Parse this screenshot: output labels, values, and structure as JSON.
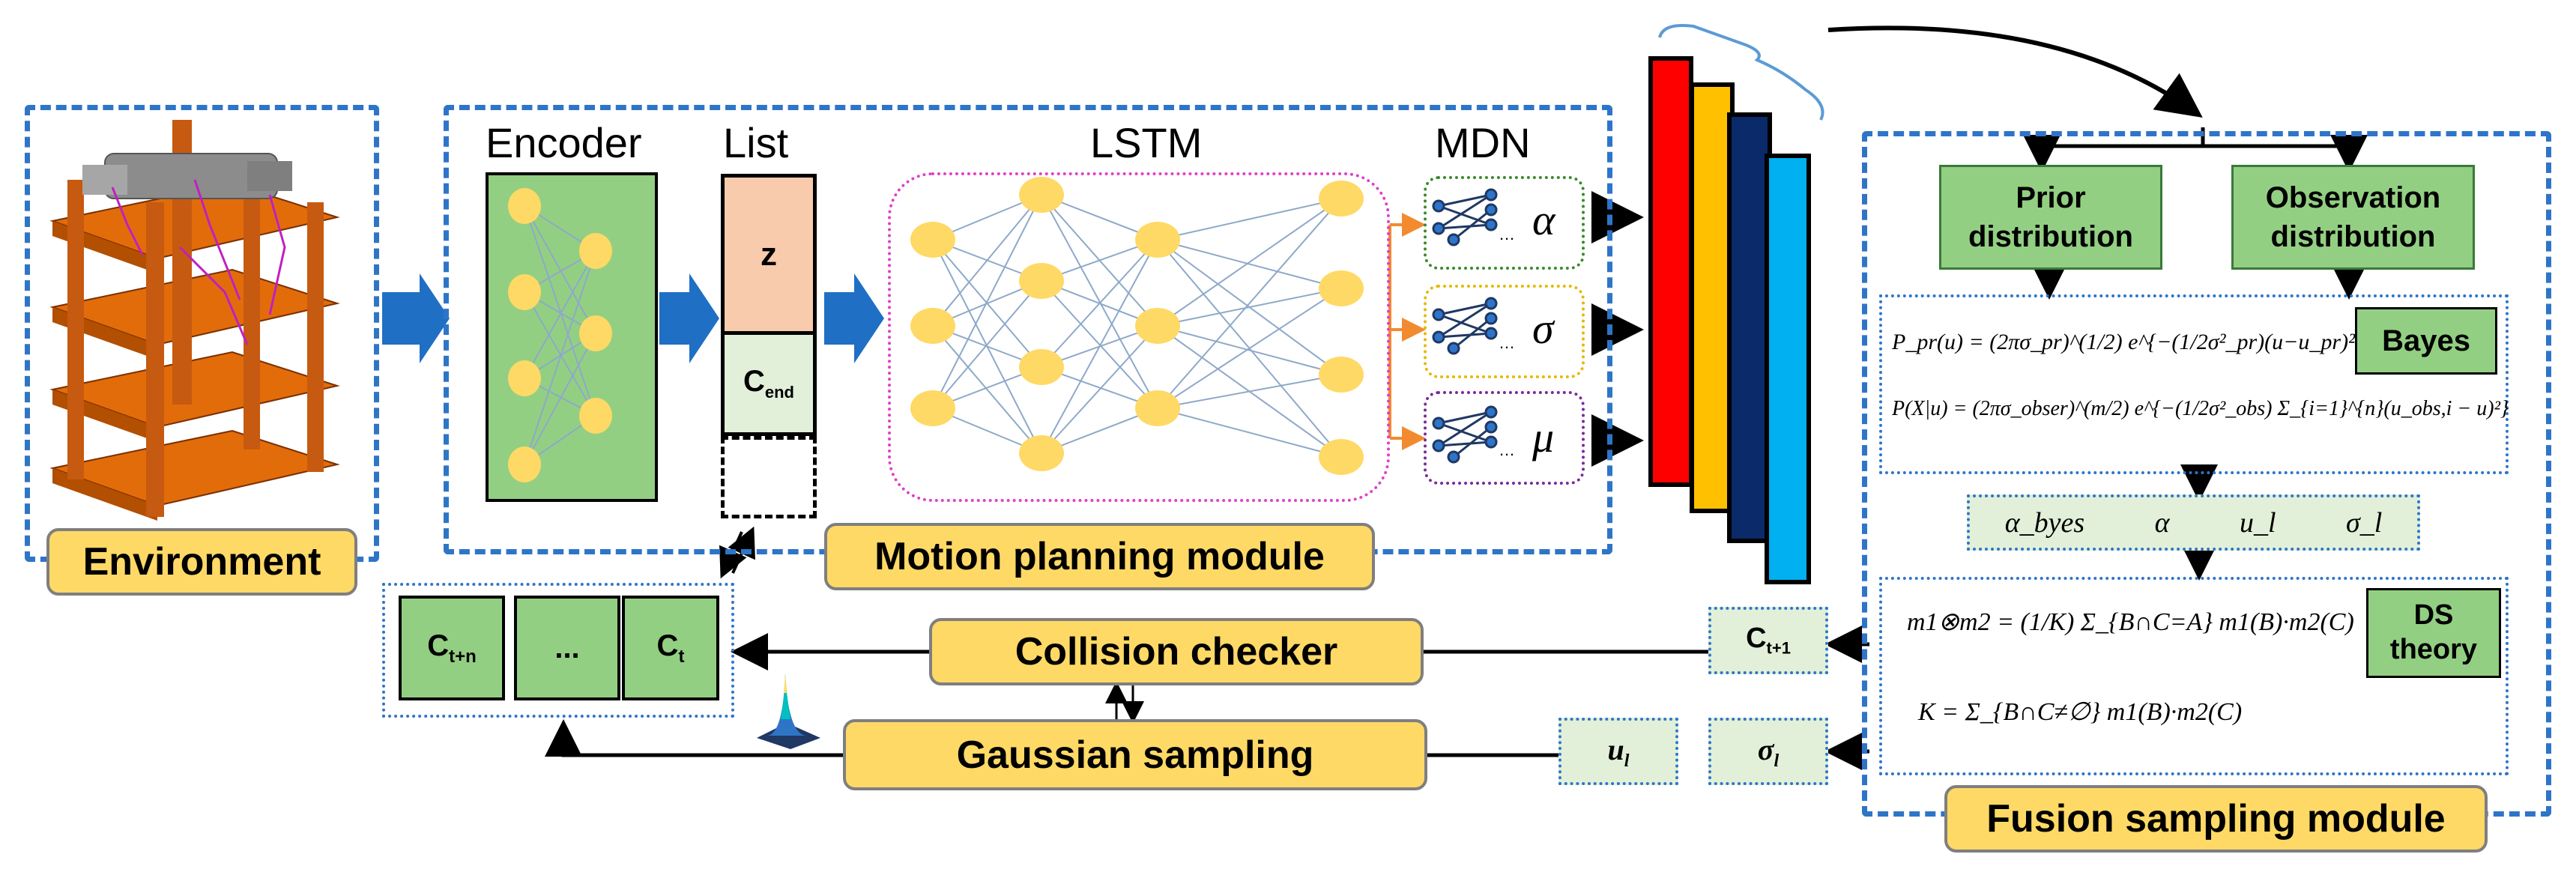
{
  "environment": {
    "label": "Environment"
  },
  "motion_module": {
    "label": "Motion planning module",
    "encoder_title": "Encoder",
    "list_title": "List",
    "list_z": "z",
    "list_cend_main": "C",
    "list_cend_sub": "end",
    "lstm_title": "LSTM",
    "mdn_title": "MDN",
    "mdn_alpha": "α",
    "mdn_sigma": "σ",
    "mdn_mu": "μ",
    "dots": "…"
  },
  "queue": {
    "ctn_main": "C",
    "ctn_sub": "t+n",
    "ellipsis": "...",
    "ct_main": "C",
    "ct_sub": "t"
  },
  "collision_checker": {
    "label": "Collision checker"
  },
  "gaussian_sampling": {
    "label": "Gaussian sampling"
  },
  "outputs": {
    "ct1_main": "C",
    "ct1_sub": "t+1",
    "ul": "u",
    "ul_sub": "l",
    "sigmal": "σ",
    "sigmal_sub": "l"
  },
  "fusion_module": {
    "label": "Fusion sampling module",
    "prior_line1": "Prior",
    "prior_line2": "distribution",
    "obs_line1": "Observation",
    "obs_line2": "distribution",
    "bayes": "Bayes",
    "ds_line1": "DS",
    "ds_line2": "theory",
    "eq_prior": "P_pr(u) = (2πσ_pr)^(1/2) e^{−(1/2σ²_pr)(u−u_pr)²}",
    "eq_obs": "P(X|u) = (2πσ_obser)^(m/2) e^{−(1/2σ²_obs) Σ_{i=1}^{n}(u_obs,i − u)²}",
    "params": [
      "α_byes",
      "α",
      "u_l",
      "σ_l"
    ],
    "eq_ds": "m1⊗m2 = (1/K) Σ_{B∩C=A} m1(B)·m2(C)",
    "eq_k": "K = Σ_{B∩C≠∅} m1(B)·m2(C)"
  }
}
